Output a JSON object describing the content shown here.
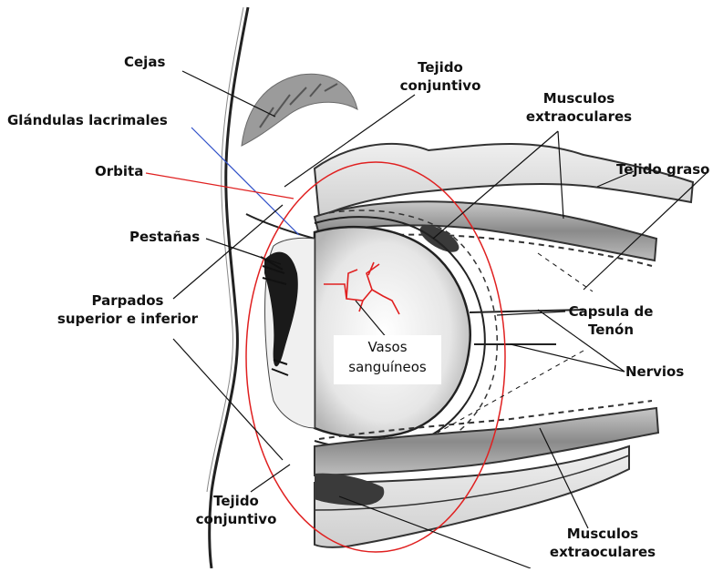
{
  "labels": {
    "cejas": "Cejas",
    "tejido_conjuntivo_top_1": "Tejido",
    "tejido_conjuntivo_top_2": "conjuntivo",
    "glandulas": "Glándulas lacrimales",
    "musculos_top_1": "Musculos",
    "musculos_top_2": "extraoculares",
    "orbita": "Orbita",
    "tejido_graso": "Tejido graso",
    "pestanas": "Pestañas",
    "parpados_1": "Parpados",
    "parpados_2": "superior e inferior",
    "capsula_1": "Capsula de",
    "capsula_2": "Tenón",
    "vasos_1": "Vasos",
    "vasos_2": "sanguíneos",
    "nervios": "Nervios",
    "tejido_conjuntivo_bottom_1": "Tejido",
    "tejido_conjuntivo_bottom_2": "conjuntivo",
    "musculos_bottom_1": "Musculos",
    "musculos_bottom_2": "extraoculares"
  },
  "colors": {
    "orbit_outline": "#e02020",
    "gland_line": "#3050c8",
    "leader_line": "#111111",
    "vessels": "#e02020",
    "fat": "#dcdcdc",
    "muscle": "#9a9a9a"
  }
}
